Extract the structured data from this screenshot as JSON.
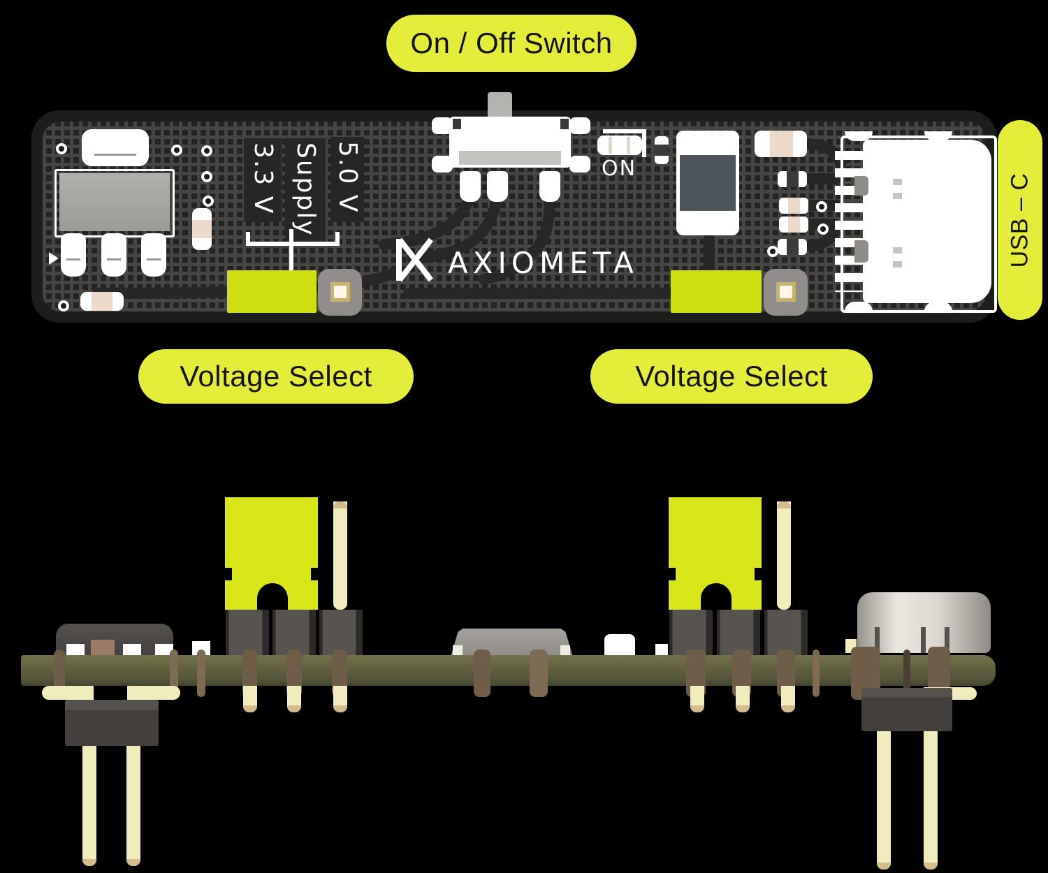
{
  "labels": {
    "on_off_switch": "On / Off Switch",
    "voltage_select_left": "Voltage Select",
    "voltage_select_right": "Voltage Select",
    "usb_c": "USB – C"
  },
  "silkscreen": {
    "rail_3v3": "3.3 V",
    "rail_supply": "Supply",
    "rail_5v": "5.0 V",
    "switch_on": "ON",
    "brand": "AXIOMETA"
  },
  "colors": {
    "label_pill": "#e4ed3a",
    "label_text": "#15150a",
    "jumper_yellow": "#cfe012",
    "jumper_side": "#d9e61a",
    "board_base": "#232321",
    "board_mesh": "#454543",
    "board_edge": "#1d1d1b",
    "silkscreen": "#ffffff",
    "component_gray": "#a5a5a1",
    "cap_pink": "#ecd9ca",
    "cap_dark": "#4e565c",
    "pcb_side": "#64643e",
    "pcb_side_dark": "#45452b",
    "pad_brown": "#6f5d48",
    "pin_cream": "#f0ecbc",
    "pin_tip": "#d3bd8c",
    "header_dark": "#57534e",
    "metal_gray": "#8f8b86"
  }
}
